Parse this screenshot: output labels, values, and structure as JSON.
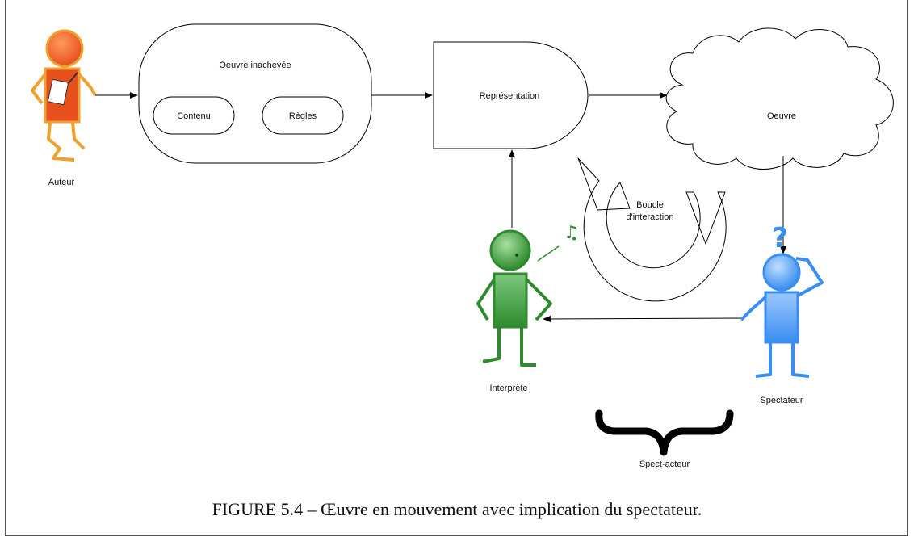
{
  "nodes": {
    "auteur": "Auteur",
    "oeuvre_inachevee": "Oeuvre inachevée",
    "contenu": "Contenu",
    "regles": "Règles",
    "representation": "Représentation",
    "oeuvre": "Oeuvre",
    "boucle_line1": "Boucle",
    "boucle_line2": "d'interaction",
    "interprete": "Interprète",
    "spectateur": "Spectateur",
    "spect_acteur": "Spect-acteur",
    "question_mark": "?",
    "music_note": "♫"
  },
  "caption": {
    "label": "FIGURE",
    "number": "5.4",
    "dash": "–",
    "text": "Œuvre en mouvement avec implication du spectateur."
  },
  "colors": {
    "auteur": "#e8501e",
    "auteur_outline": "#f0a030",
    "interprete": "#2e8b2e",
    "spectateur": "#3a8ef0"
  }
}
